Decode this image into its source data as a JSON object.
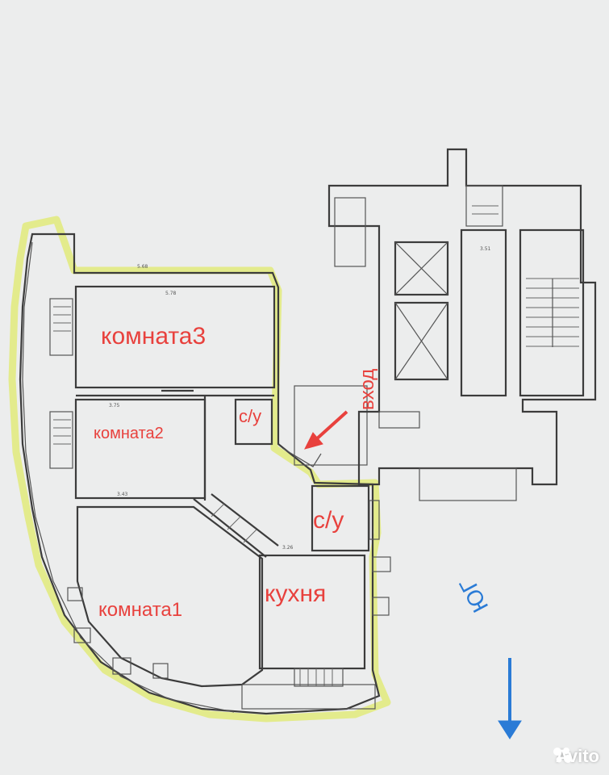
{
  "rooms": {
    "room3": "комната3",
    "room2": "комната2",
    "room1": "комната1",
    "bath_small": "с/у",
    "bath_large": "с/у",
    "kitchen": "кухня",
    "entrance": "вход"
  },
  "direction": {
    "south": "ЮГ"
  },
  "watermark": {
    "brand": "Avito"
  },
  "colors": {
    "label": "#e8413d",
    "highlight": "#e2ea7a",
    "arrow_south": "#2a7bd6"
  }
}
